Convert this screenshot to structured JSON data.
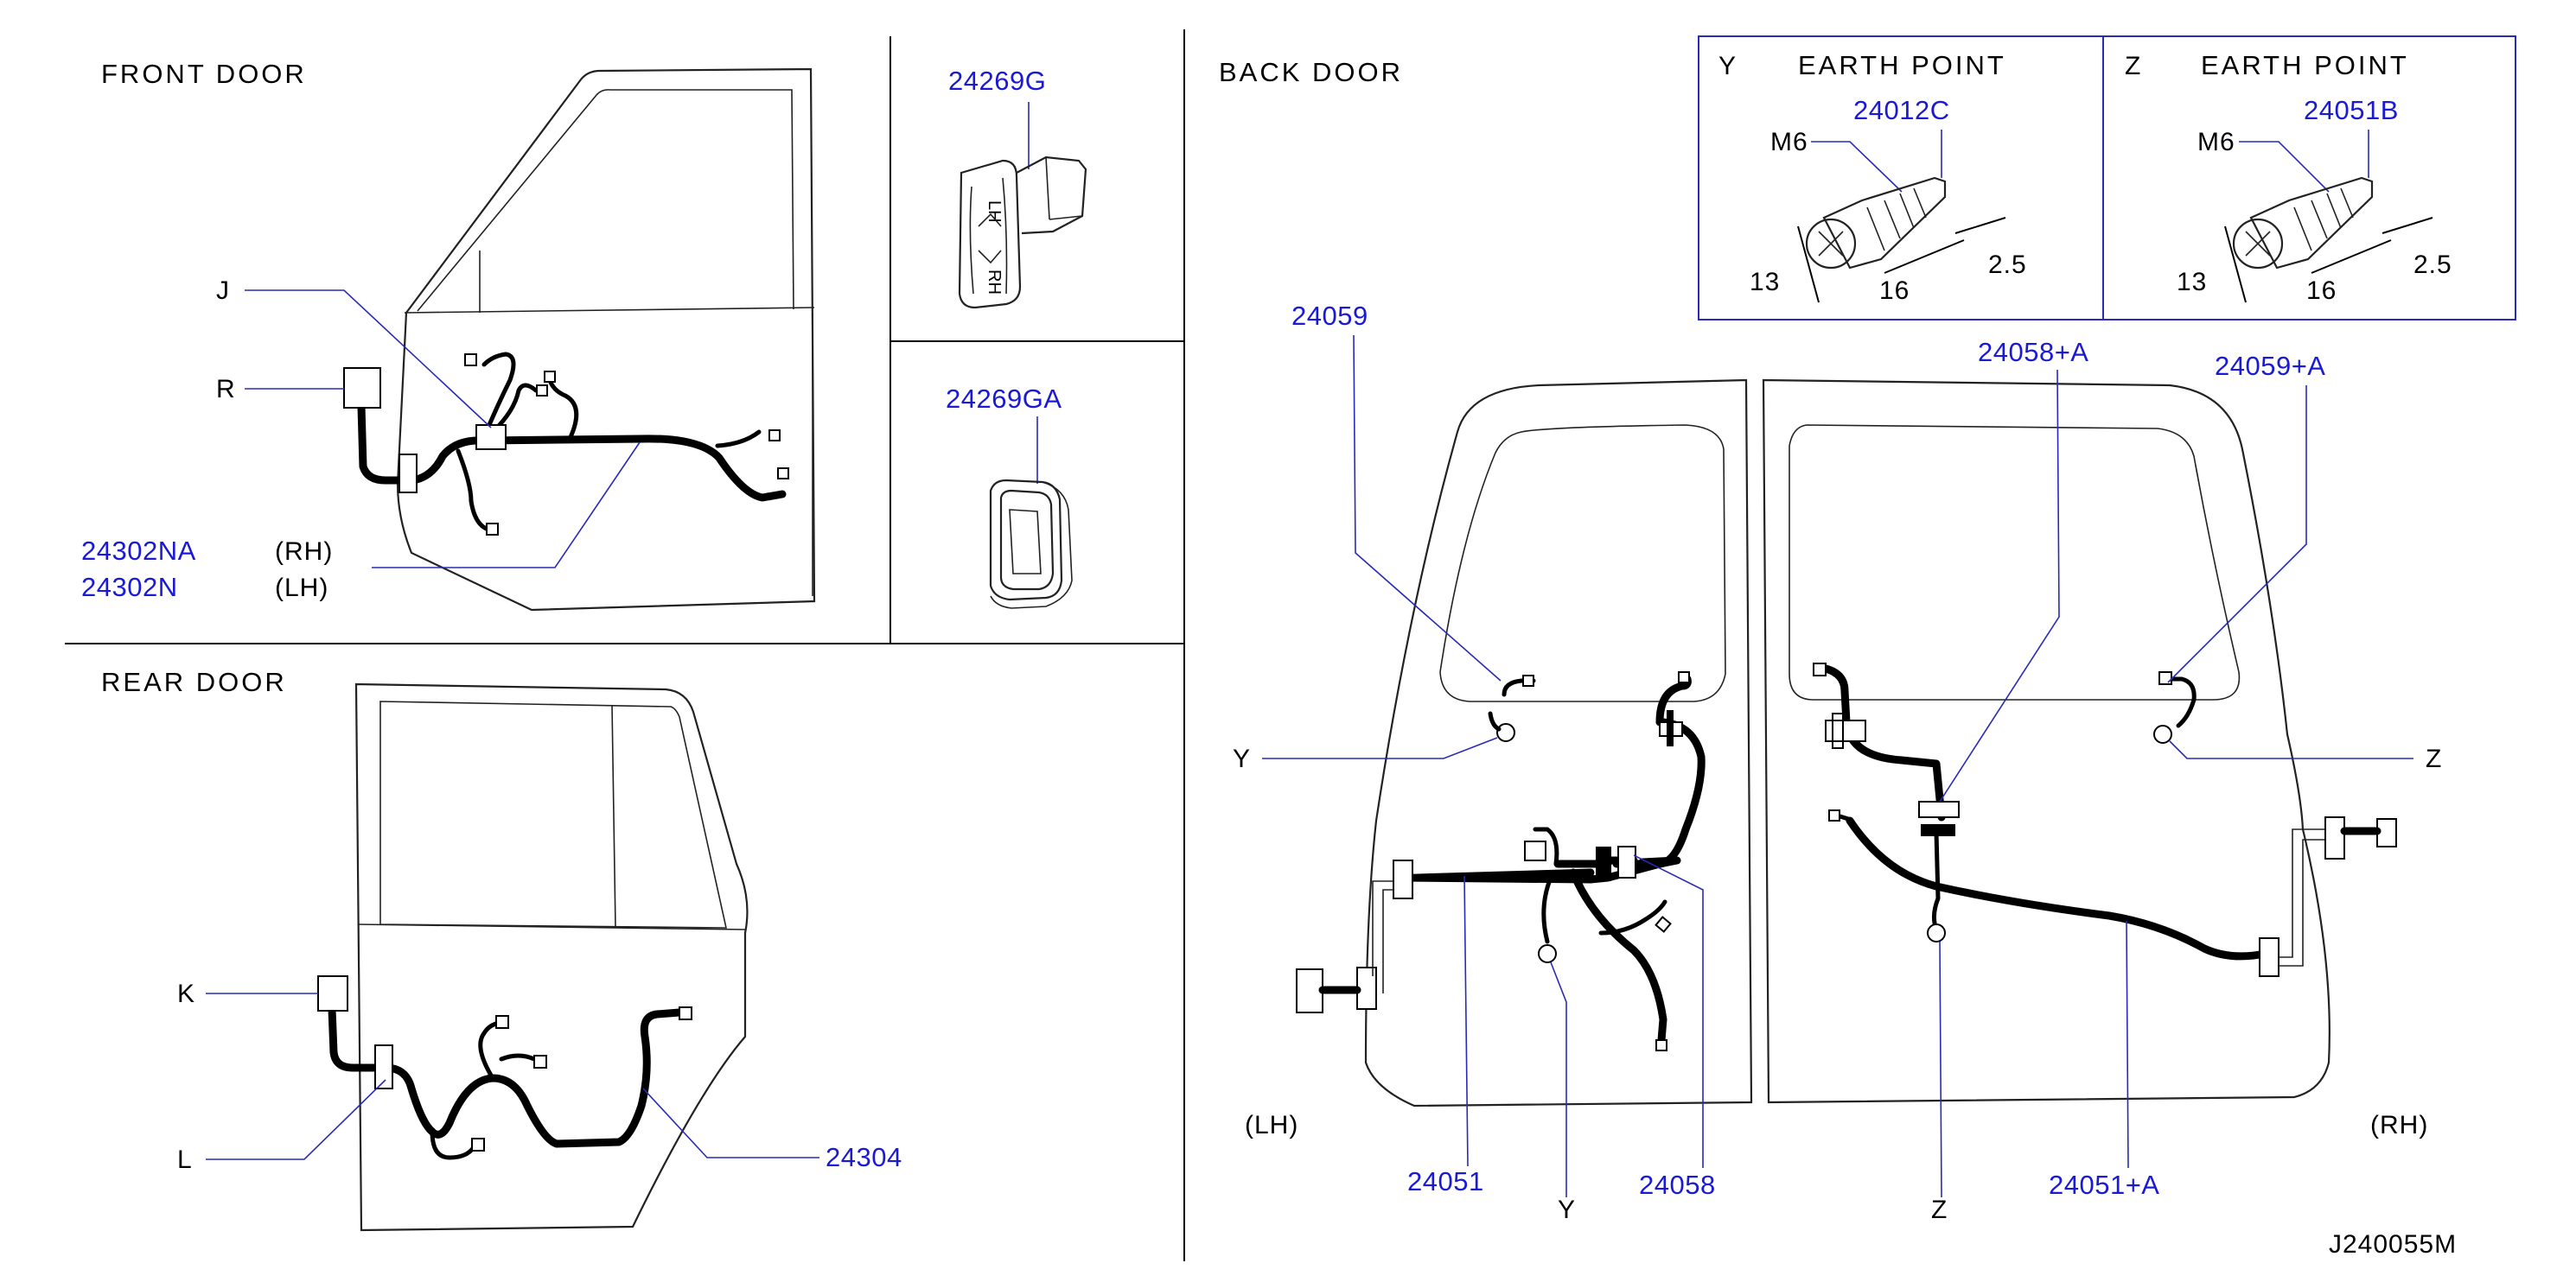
{
  "sections": {
    "front_door": "FRONT  DOOR",
    "rear_door": "REAR  DOOR",
    "back_door": "BACK  DOOR"
  },
  "earth_points": [
    {
      "letter": "Y",
      "title": "EARTH  POINT",
      "part": "24012C",
      "bolt": "M6",
      "dim_a": "13",
      "dim_b": "16",
      "dim_c": "2.5"
    },
    {
      "letter": "Z",
      "title": "EARTH  POINT",
      "part": "24051B",
      "bolt": "M6",
      "dim_a": "13",
      "dim_b": "16",
      "dim_c": "2.5"
    }
  ],
  "front_door": {
    "callout_j": "J",
    "callout_r": "R",
    "part_rh": "24302NA",
    "part_lh": "24302N",
    "side_rh": "(RH)",
    "side_lh": "(LH)"
  },
  "grommets": {
    "g1": "24269G",
    "g2": "24269GA",
    "g1_mark": "LH / RH"
  },
  "rear_door": {
    "callout_k": "K",
    "callout_l": "L",
    "part": "24304"
  },
  "back_door": {
    "p24059": "24059",
    "p24058a": "24058+A",
    "p24059a": "24059+A",
    "p24051": "24051",
    "p24058": "24058",
    "p24051a": "24051+A",
    "y_left": "Y",
    "y_bottom": "Y",
    "z_right": "Z",
    "z_bottom": "Z",
    "lh": "(LH)",
    "rh": "(RH)"
  },
  "drawing_code": "J240055M",
  "colors": {
    "part_number": "#1a1ad6",
    "leader": "#2a2ab8",
    "ink": "#000000"
  }
}
